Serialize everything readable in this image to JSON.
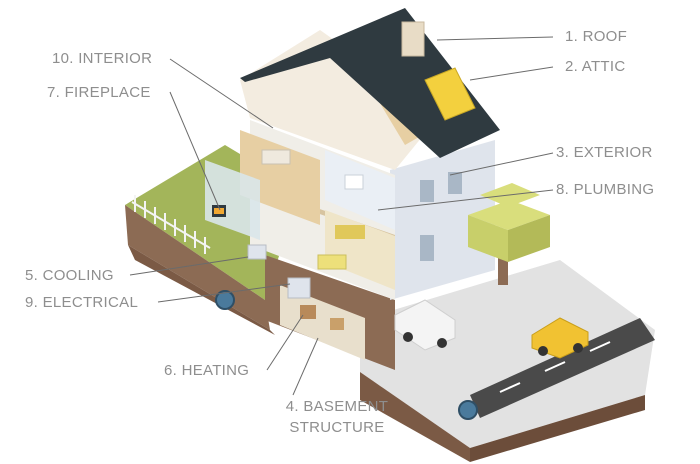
{
  "labels": {
    "roof": "1. ROOF",
    "attic": "2. ATTIC",
    "exterior": "3. EXTERIOR",
    "basement": "4. BASEMENT",
    "basement_line2": "STRUCTURE",
    "cooling": "5. COOLING",
    "heating": "6. HEATING",
    "fireplace": "7. FIREPLACE",
    "plumbing": "8. PLUMBING",
    "electrical": "9. ELECTRICAL",
    "interior": "10. INTERIOR"
  },
  "colors": {
    "label_text": "#8e8e8e",
    "leader_line": "#6b6b6b",
    "roof": "#2f3a40",
    "wall": "#dfe4ec",
    "grass": "#a3b55a",
    "soil": "#8c6b54",
    "road": "#4a4a4a",
    "tree": "#c8cf6a",
    "car_yellow": "#f1c232",
    "floor_wood": "#e7cfa3"
  }
}
